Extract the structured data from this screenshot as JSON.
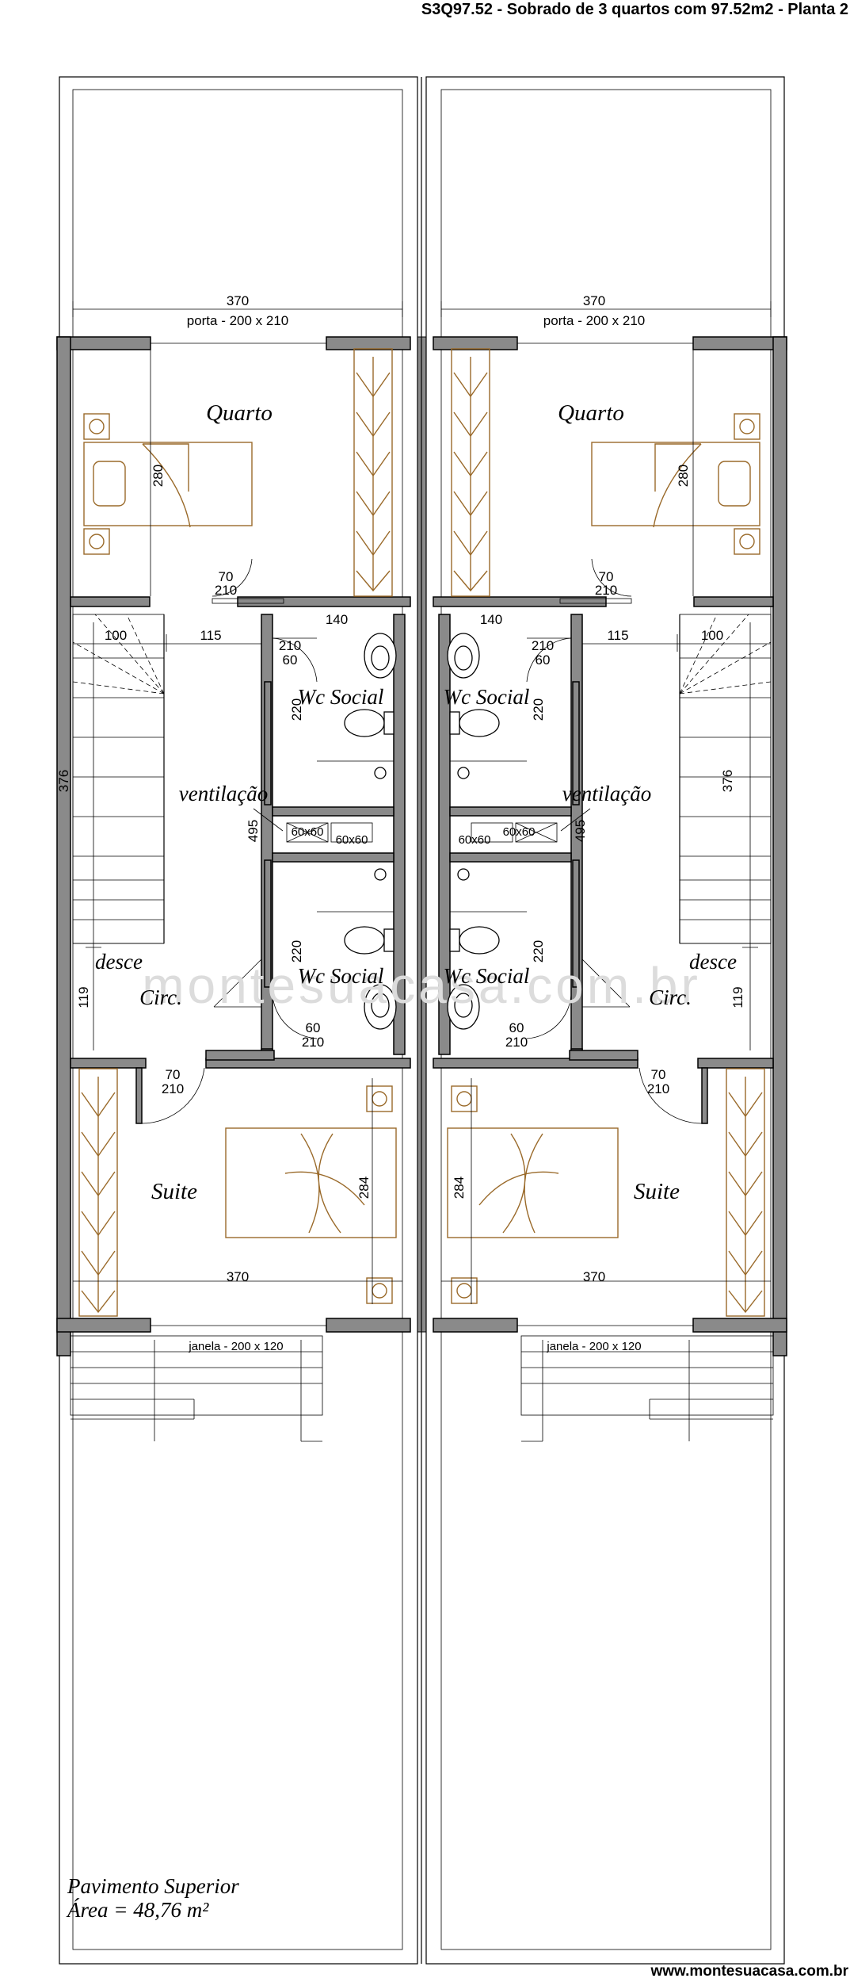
{
  "header": {
    "title": "S3Q97.52 - Sobrado de 3 quartos com 97.52m2 - Planta 2"
  },
  "footer": {
    "url": "www.montesuacasa.com.br"
  },
  "watermark": "montesuacasa.com.br",
  "caption": {
    "line1": "Pavimento Superior",
    "line2": "Área = 48,76 m²"
  },
  "left": {
    "top_width": "370",
    "porta": "porta - 200 x 210",
    "quarto": "Quarto",
    "quarto_depth": "280",
    "quarto_door_w": "70",
    "quarto_door_h": "210",
    "stair_w": "100",
    "hall_w": "115",
    "wc_top_w": "140",
    "wc1_door_h": "210",
    "wc1_door_w": "60",
    "wc1": "Wc Social",
    "wc1_depth": "220",
    "stair_len": "376",
    "ventilacao": "ventilação",
    "vent1": "60x60",
    "vent2": "60x60",
    "circ_h": "495",
    "wc2": "Wc Social",
    "wc2_depth": "220",
    "desce": "desce",
    "circ": "Circ.",
    "circ_rest": "119",
    "wc2_door_w": "60",
    "wc2_door_h": "210",
    "suite_door_w": "70",
    "suite_door_h": "210",
    "suite": "Suite",
    "suite_depth": "284",
    "bottom_width": "370",
    "janela": "janela - 200 x 120"
  },
  "right": {
    "top_width": "370",
    "porta": "porta - 200 x 210",
    "quarto": "Quarto",
    "quarto_depth": "280",
    "quarto_door_w": "70",
    "quarto_door_h": "210",
    "stair_w": "100",
    "hall_w": "115",
    "wc_top_w": "140",
    "wc1_door_h": "210",
    "wc1_door_w": "60",
    "wc1": "Wc Social",
    "wc1_depth": "220",
    "stair_len": "376",
    "ventilacao": "ventilação",
    "vent1": "60x60",
    "vent2": "60x60",
    "circ_h": "495",
    "wc2": "Wc Social",
    "wc2_depth": "220",
    "desce": "desce",
    "circ": "Circ.",
    "circ_rest": "119",
    "wc2_door_w": "60",
    "wc2_door_h": "210",
    "suite_door_w": "70",
    "suite_door_h": "210",
    "suite": "Suite",
    "suite_depth": "284",
    "bottom_width": "370",
    "janela": "janela - 200 x 120"
  }
}
